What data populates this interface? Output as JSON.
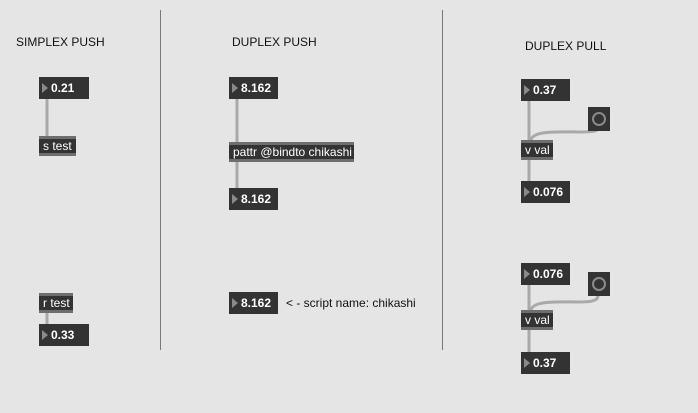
{
  "sections": {
    "simplex_push": "SIMPLEX PUSH",
    "duplex_push": "DUPLEX PUSH",
    "duplex_pull": "DUPLEX PULL"
  },
  "simplex": {
    "num_top": "0.21",
    "send_obj": "s test",
    "recv_obj": "r test",
    "num_bottom": "0.33"
  },
  "duplex_push": {
    "num_top": "8.162",
    "pattr_obj": "pattr @bindto chikashi",
    "num_mid": "8.162",
    "num_script": "8.162",
    "script_note": "< -   script name: chikashi"
  },
  "duplex_pull": {
    "group1": {
      "num_top": "0.37",
      "value_obj": "v val",
      "num_bottom": "0.076"
    },
    "group2": {
      "num_top": "0.076",
      "value_obj": "v val",
      "num_bottom": "0.37"
    }
  },
  "colors": {
    "background": "#e5e5e5",
    "object": "#333333",
    "cord": "#a9a9a9"
  }
}
